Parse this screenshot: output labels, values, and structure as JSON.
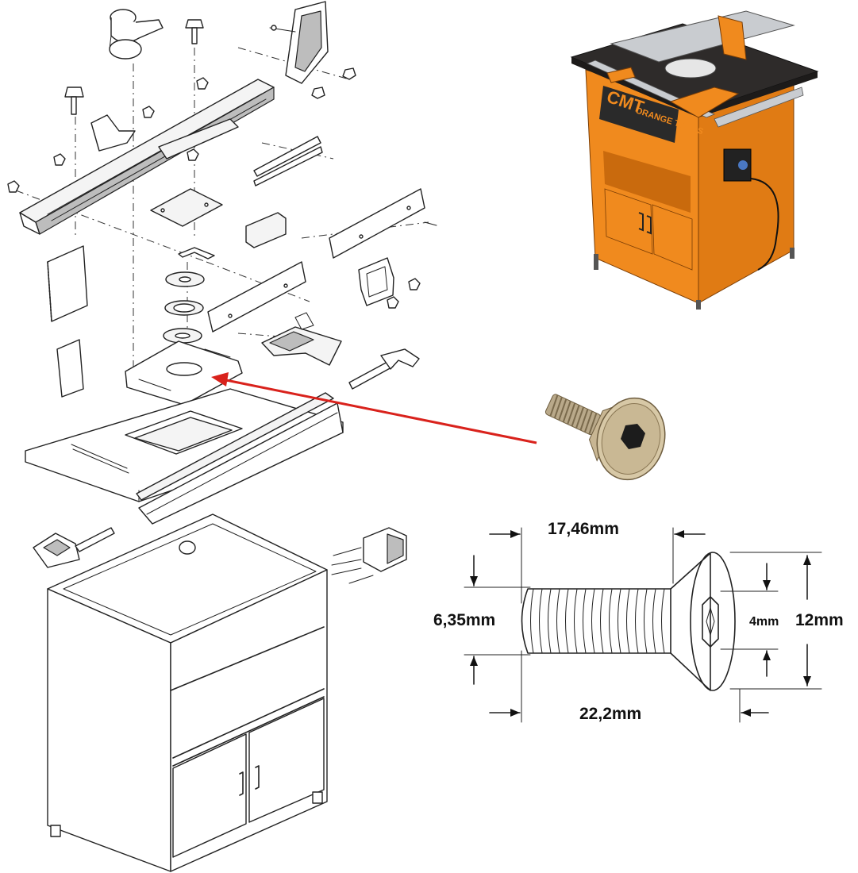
{
  "brand": {
    "logo_text": "CMT",
    "logo_sub": "ORANGE TOOLS",
    "accent": "#f08a1e",
    "table_top": "#2e2b2a"
  },
  "diagram": {
    "pointer_color": "#d9221c"
  },
  "dimensions": {
    "screw_length": "22,2mm",
    "thread_length": "17,46mm",
    "thread_diameter": "6,35mm",
    "head_diameter": "12mm",
    "hex_size": "4mm"
  },
  "icons": {
    "screw_photo": "countersunk-hex-screw-icon",
    "router_table_photo": "router-table-icon"
  }
}
